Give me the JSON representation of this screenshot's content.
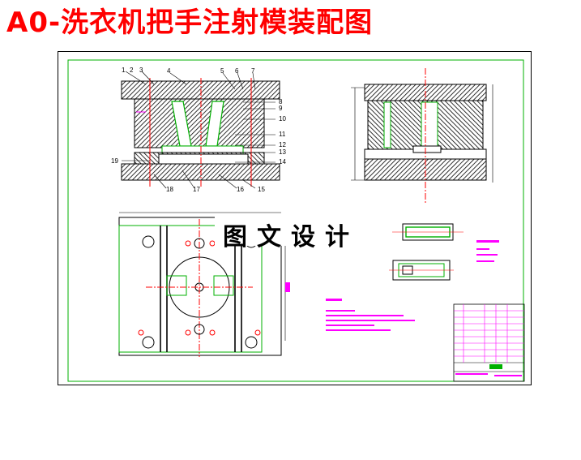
{
  "title": "A0-洗衣机把手注射模装配图",
  "watermark": "图文设计",
  "callouts": [
    "1",
    "2",
    "3",
    "4",
    "5",
    "6",
    "7",
    "8",
    "9",
    "10",
    "11",
    "12",
    "13",
    "14",
    "15",
    "16",
    "17",
    "18",
    "19"
  ],
  "colors": {
    "title": "#ff0000",
    "frame": "#00b000",
    "red": "#ff0000",
    "magenta": "#ff00ff",
    "ink": "#000000"
  }
}
